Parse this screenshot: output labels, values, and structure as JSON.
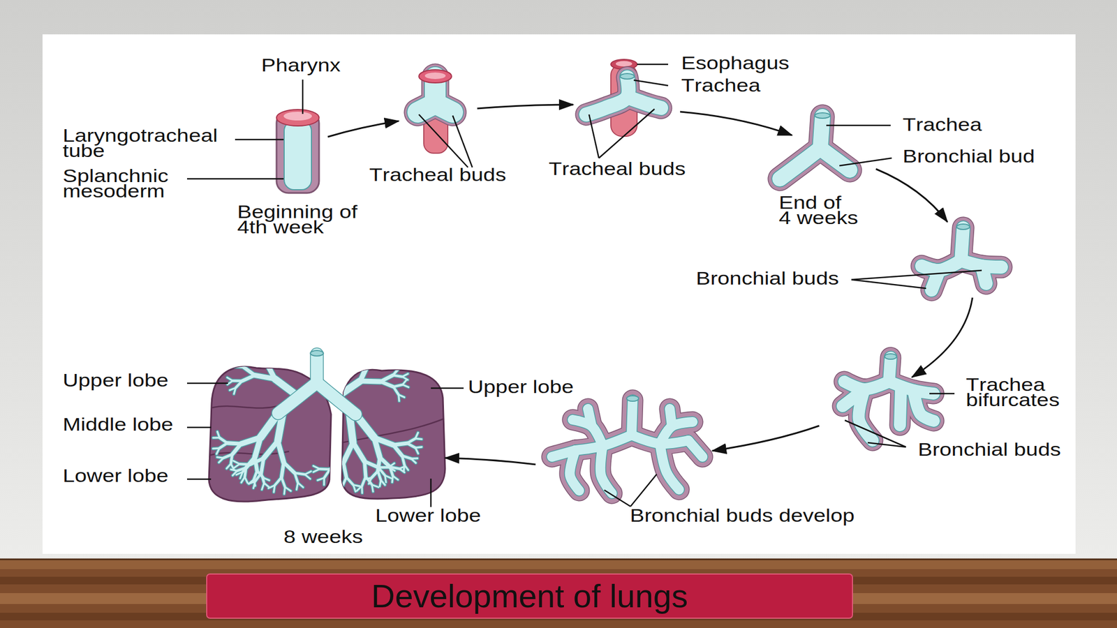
{
  "diagram": {
    "title": "Development of lungs",
    "labels": [
      "Pharynx",
      "Laryngotracheal tube",
      "Splanchnic mesoderm",
      "Beginning of 4th week",
      "Tracheal buds",
      "Esophagus",
      "Trachea",
      "Tracheal buds",
      "Trachea",
      "Bronchial bud",
      "End of 4 weeks",
      "Bronchial buds",
      "Trachea bifurcates",
      "Bronchial buds",
      "Upper lobe",
      "Middle lobe",
      "Lower lobe",
      "Upper lobe",
      "Lower lobe",
      "8 weeks",
      "Bronchial buds develop"
    ]
  }
}
